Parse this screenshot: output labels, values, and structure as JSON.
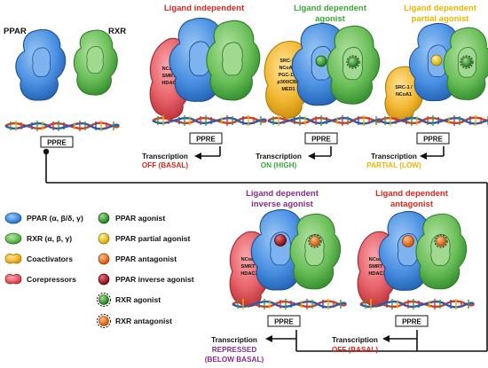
{
  "receptors": {
    "ppar": "PPAR",
    "rxr": "RXR"
  },
  "element": "PPRE",
  "transcription_word": "Transcription",
  "corepressor_text": [
    "NCoR /",
    "SMRT /",
    "HDAC3"
  ],
  "coactivator_full_text": [
    "SRC-1 /",
    "NCoA1 /",
    "PGC-1α /",
    "p300/CBP",
    "MED1"
  ],
  "coactivator_partial_text": [
    "SRC-1 /",
    "NCoA1"
  ],
  "panels": {
    "independent": {
      "title": [
        "Ligand independent"
      ],
      "status": [
        "OFF (BASAL)"
      ]
    },
    "agonist": {
      "title": [
        "Ligand dependent",
        "agonist"
      ],
      "status": [
        "ON (HIGH)"
      ]
    },
    "partial": {
      "title": [
        "Ligand dependent",
        "partial agonist"
      ],
      "status": [
        "PARTIAL (LOW)"
      ]
    },
    "inverse": {
      "title": [
        "Ligand dependent",
        "inverse agonist"
      ],
      "status": [
        "REPRESSED",
        "(BELOW BASAL)"
      ]
    },
    "antagonist": {
      "title": [
        "Ligand dependent",
        "antagonist"
      ],
      "status": [
        "OFF (BASAL)"
      ]
    }
  },
  "legend": [
    {
      "icon": "ppar-shape-icon",
      "label": "PPAR (α, β/δ, γ)"
    },
    {
      "icon": "rxr-shape-icon",
      "label": "RXR (α, β, γ)"
    },
    {
      "icon": "coactivator-shape-icon",
      "label": "Coactivators"
    },
    {
      "icon": "corepressor-shape-icon",
      "label": "Corepressors"
    },
    {
      "icon": "ppar-agonist-ball-icon",
      "label": "PPAR agonist"
    },
    {
      "icon": "ppar-partial-agonist-ball-icon",
      "label": "PPAR partial agonist"
    },
    {
      "icon": "ppar-antagonist-ball-icon",
      "label": "PPAR antagonist"
    },
    {
      "icon": "ppar-inverse-agonist-ball-icon",
      "label": "PPAR inverse agonist"
    },
    {
      "icon": "rxr-agonist-ball-icon",
      "label": "RXR agonist"
    },
    {
      "icon": "rxr-antagonist-ball-icon",
      "label": "RXR antagonist"
    }
  ],
  "colors": {
    "ppar": "#4a90e2",
    "rxr": "#6bbf59",
    "coactivator": "#f2b731",
    "corepressor": "#e86068",
    "agonist": "#39a935",
    "partial_agonist": "#f5d000",
    "antagonist": "#f07a1a",
    "inverse_agonist": "#b3121a",
    "title_red": "#e0251b",
    "title_green": "#39a935",
    "title_yellow": "#f0b400",
    "title_purple": "#8a2a8c"
  }
}
